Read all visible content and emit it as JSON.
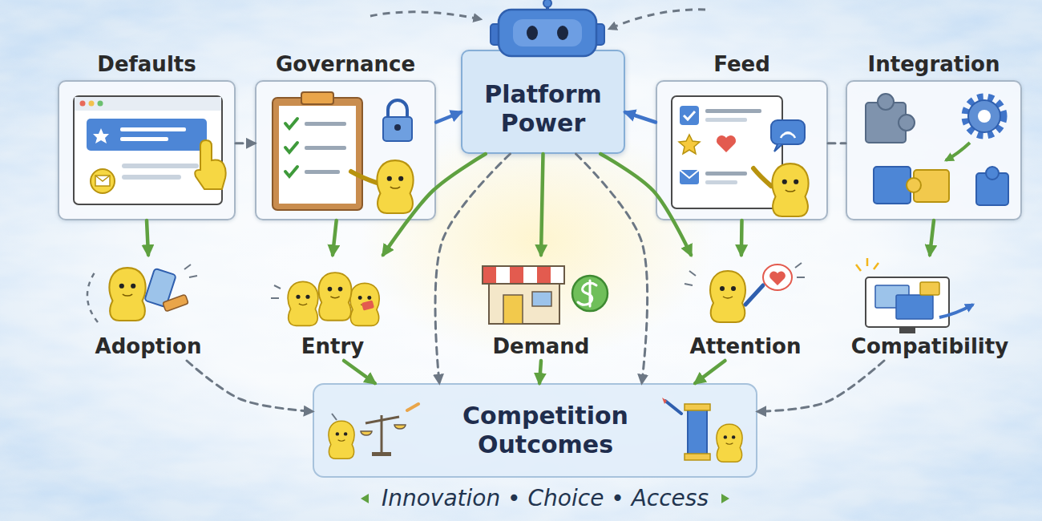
{
  "diagram": {
    "nodes": [
      {
        "text": [
          "Defaults"
        ]
      },
      {
        "text": [
          "Governance"
        ]
      },
      {
        "text": [
          "Platform Power"
        ]
      },
      {
        "text": [
          "Feed"
        ]
      },
      {
        "text": [
          "Integration"
        ]
      },
      {
        "text": [
          "Adoption"
        ]
      },
      {
        "text": [
          "Entry"
        ]
      },
      {
        "text": [
          "Demand"
        ]
      },
      {
        "text": [
          "Attention"
        ]
      },
      {
        "text": [
          "Compatibility"
        ]
      },
      {
        "text": [
          "Competition Outcomes"
        ]
      }
    ],
    "edges": [
      {
        "from": 1,
        "to": 2,
        "arrow": "to"
      },
      {
        "from": 3,
        "to": 2,
        "arrow": "to"
      },
      {
        "from": 0,
        "to": 1,
        "arrow": "to"
      },
      {
        "from": 3,
        "to": 4,
        "arrow": "none"
      },
      {
        "from": 0,
        "to": 5,
        "arrow": "to"
      },
      {
        "from": 1,
        "to": 6,
        "arrow": "to"
      },
      {
        "from": 2,
        "to": 6,
        "arrow": "to"
      },
      {
        "from": 2,
        "to": 7,
        "arrow": "to"
      },
      {
        "from": 2,
        "to": 8,
        "arrow": "to"
      },
      {
        "from": 3,
        "to": 8,
        "arrow": "to"
      },
      {
        "from": 4,
        "to": 9,
        "arrow": "to"
      },
      {
        "from": 2,
        "to": 10,
        "arrow": "to"
      },
      {
        "from": 2,
        "to": 10,
        "arrow": "to"
      },
      {
        "from": 5,
        "to": 10,
        "arrow": "to"
      },
      {
        "from": 6,
        "to": 10,
        "arrow": "to"
      },
      {
        "from": 7,
        "to": 10,
        "arrow": "to"
      },
      {
        "from": 8,
        "to": 10,
        "arrow": "to"
      },
      {
        "from": 9,
        "to": 10,
        "arrow": "to"
      }
    ],
    "labels": [
      "Innovation • Choice • Access"
    ]
  }
}
